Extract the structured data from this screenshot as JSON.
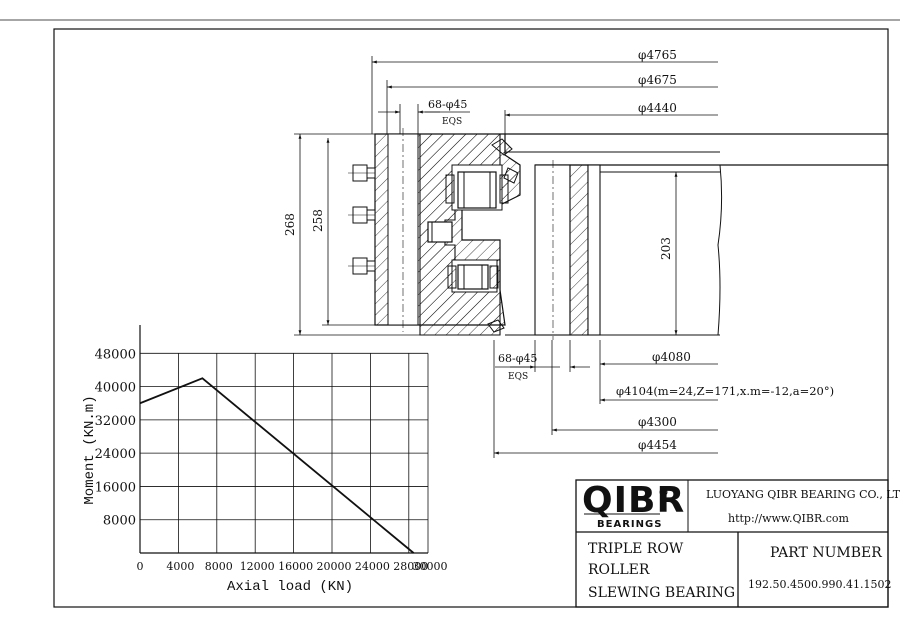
{
  "drawing": {
    "dimensions": {
      "d_outer_4765": "φ4765",
      "d_4675": "φ4675",
      "d_4440": "φ4440",
      "holes_top": "68-φ45",
      "eqs_top": "EQS",
      "h_268": "268",
      "h_258": "258",
      "h_203": "203",
      "holes_bottom": "68-φ45",
      "eqs_bottom": "EQS",
      "d_4080": "φ4080",
      "gear": "φ4104(m=24,Z=171,x.m=-12,a=20°)",
      "d_4300": "φ4300",
      "d_4454": "φ4454"
    }
  },
  "chart_data": {
    "type": "line",
    "xlabel": "Axial load (KN)",
    "ylabel": "Moment (KN.m)",
    "x_ticks": [
      "0",
      "4000",
      "8000",
      "12000",
      "16000",
      "20000",
      "24000",
      "28000",
      "30000"
    ],
    "y_ticks": [
      "8000",
      "16000",
      "24000",
      "32000",
      "40000",
      "48000"
    ],
    "xlim": [
      0,
      30000
    ],
    "ylim": [
      0,
      50000
    ],
    "grid": true,
    "series": [
      {
        "x": [
          0,
          6500,
          28500
        ],
        "y": [
          36000,
          42000,
          0
        ]
      }
    ]
  },
  "title_block": {
    "logo": "QIBR",
    "logo_sub": "BEARINGS",
    "registered": "®",
    "company": "LUOYANG QIBR BEARING CO., LTD",
    "url": "http://www.QIBR.com",
    "desc_line1": "TRIPLE ROW",
    "desc_line2": "ROLLER",
    "desc_line3": "SLEWING BEARING",
    "part_label": "PART NUMBER",
    "part_number": "192.50.4500.990.41.1502"
  }
}
